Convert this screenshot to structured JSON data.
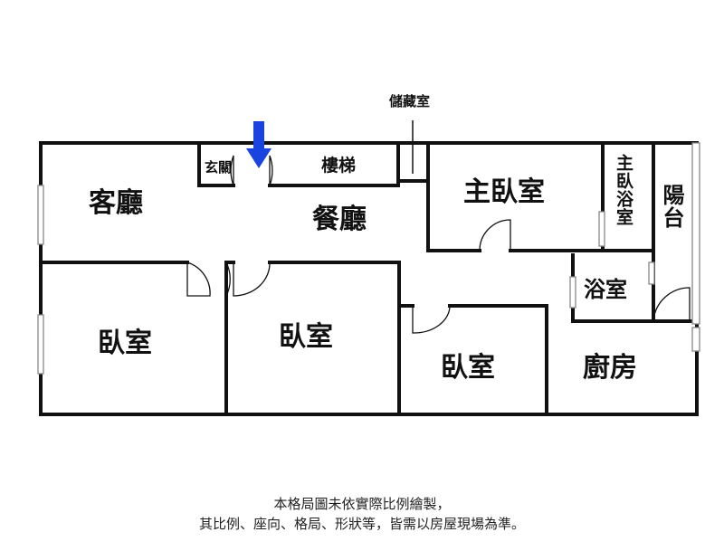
{
  "rooms": {
    "living_room": "客廳",
    "entrance": "玄關",
    "stairs": "樓梯",
    "storage": "儲藏室",
    "dining_room": "餐廳",
    "master_bedroom": "主臥室",
    "master_bath": "主臥浴室",
    "balcony": "陽台",
    "bathroom": "浴室",
    "bedroom_1": "臥室",
    "bedroom_2": "臥室",
    "bedroom_3": "臥室",
    "kitchen": "廚房"
  },
  "disclaimer": {
    "line1": "本格局圖未依實際比例繪製，",
    "line2": "其比例、座向、格局、形狀等，皆需以房屋現場為準。"
  },
  "colors": {
    "wall": "#111111",
    "entrance_arrow": "#1a44e0",
    "window": "#aaaaaa"
  }
}
